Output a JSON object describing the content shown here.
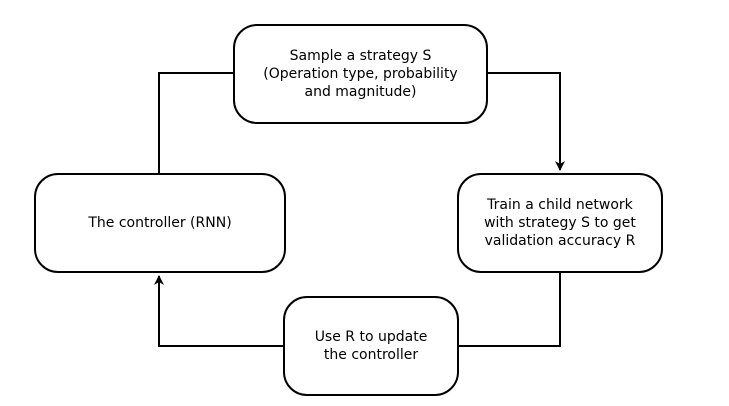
{
  "diagram": {
    "nodes": {
      "sample": {
        "label": "Sample a strategy S\n(Operation type, probability\nand magnitude)"
      },
      "train": {
        "label": "Train a child network\nwith strategy S to get\nvalidation accuracy R"
      },
      "update": {
        "label": "Use R to update\nthe controller"
      },
      "controller": {
        "label": "The controller (RNN)"
      }
    },
    "edges": [
      {
        "from": "controller",
        "to": "sample",
        "arrow": false
      },
      {
        "from": "sample",
        "to": "train",
        "arrow": true
      },
      {
        "from": "train",
        "to": "update",
        "arrow": false
      },
      {
        "from": "update",
        "to": "controller",
        "arrow": true
      }
    ],
    "colors": {
      "stroke": "#000000",
      "fill": "#ffffff",
      "text": "#000000"
    }
  }
}
